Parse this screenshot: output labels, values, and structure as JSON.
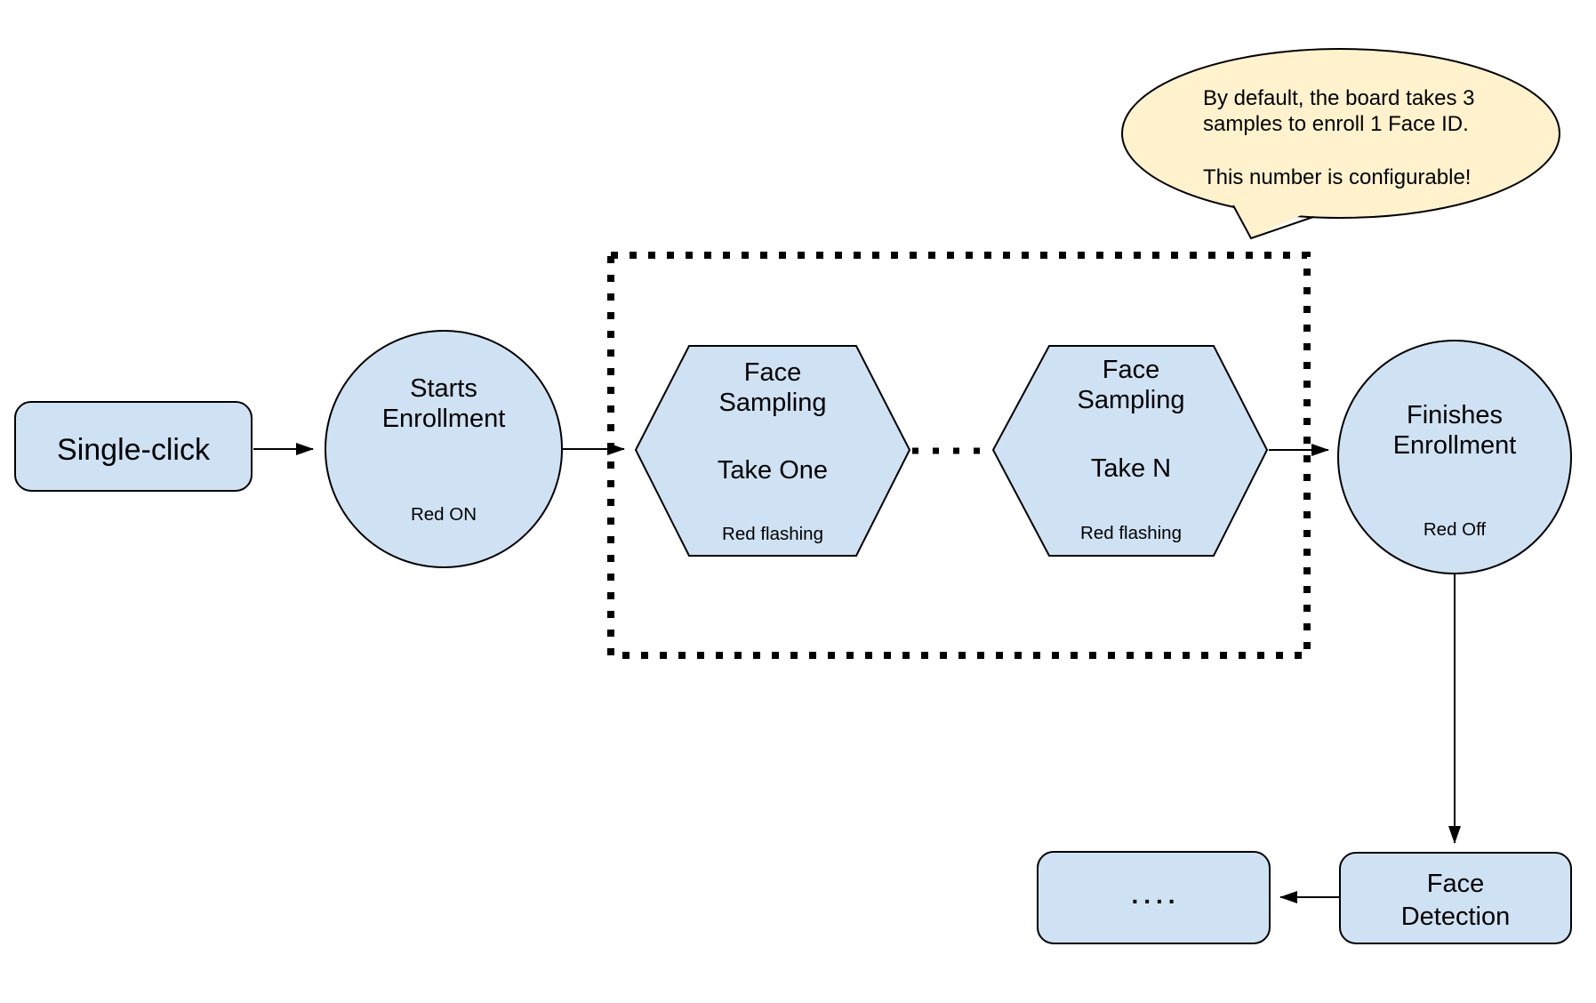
{
  "colors": {
    "node_fill": "#cfe2f3",
    "callout_fill": "#fff2cc",
    "stroke": "#000000",
    "text": "#000000",
    "background": "#ffffff"
  },
  "callout": {
    "line1": "By default, the board takes 3",
    "line2": "samples to enroll 1 Face ID.",
    "line3": "This number is configurable!"
  },
  "nodes": {
    "single_click": {
      "label": "Single-click"
    },
    "starts_enrollment": {
      "line1": "Starts",
      "line2": "Enrollment",
      "status": "Red ON"
    },
    "face_sampling_one": {
      "line1": "Face",
      "line2": "Sampling",
      "take": "Take One",
      "status": "Red flashing"
    },
    "face_sampling_n": {
      "line1": "Face",
      "line2": "Sampling",
      "take": "Take N",
      "status": "Red flashing"
    },
    "finishes_enrollment": {
      "line1": "Finishes",
      "line2": "Enrollment",
      "status": "Red Off"
    },
    "face_detection": {
      "line1": "Face",
      "line2": "Detection"
    },
    "continuation": {
      "label": "...."
    }
  }
}
